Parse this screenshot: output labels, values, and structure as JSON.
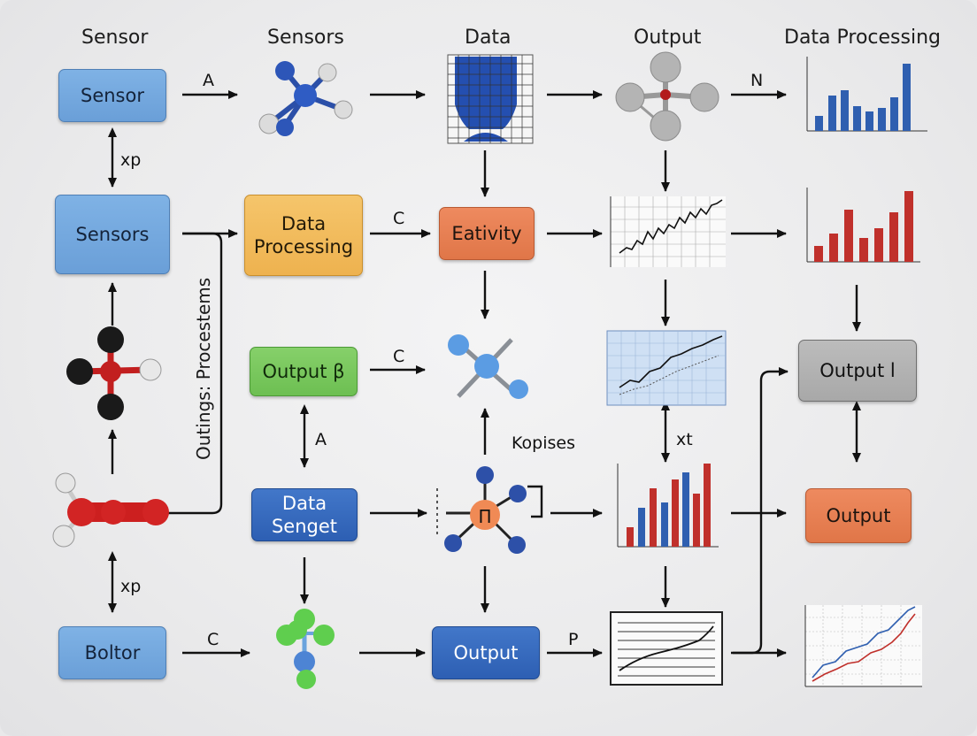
{
  "columns": {
    "col1": "Sensor",
    "col2": "Sensors",
    "col3": "Data",
    "col4": "Output",
    "col5": "Data Processing"
  },
  "nodes": {
    "sensor": "Sensor",
    "sensors": "Sensors",
    "data_processing": "Data Processing",
    "eativity": "Eativity",
    "output_b": "Output β",
    "data_senget": "Data Senget",
    "boltor": "Boltor",
    "output_blue": "Output",
    "output_l": "Output l",
    "output_orange": "Output"
  },
  "edge_labels": {
    "a_top": "A",
    "n_top": "N",
    "xp_upper": "xp",
    "c_row2": "C",
    "c_row3": "C",
    "a_mid": "A",
    "kopises": "Kopises",
    "xt": "xt",
    "xp_lower": "xp",
    "c_bottom": "C",
    "p_bottom": "P"
  },
  "side_label": "Outings: Procestems",
  "icons": {
    "mol_blue_top": "blue-molecule-icon",
    "heatmap": "blue-grid-chart-icon",
    "mol_gray": "gray-molecule-icon",
    "bar_blue": "blue-bar-chart-icon",
    "line_grid": "line-chart-icon",
    "bar_red": "red-bar-chart-icon",
    "mol_black_red": "black-red-molecule-icon",
    "mol_blue_cross": "blue-cross-molecule-icon",
    "line_blue_bg": "blue-line-chart-icon",
    "mol_red_chain": "red-chain-molecule-icon",
    "mol_orange_center": "orange-center-molecule-icon",
    "bar_mixed": "mixed-bar-chart-icon",
    "mol_green": "green-molecule-icon",
    "line_box": "boxed-line-chart-icon",
    "line_two": "two-line-chart-icon"
  },
  "colors": {
    "blue_light": "#6a9fd8",
    "blue_dark": "#2d5fb3",
    "orange": "#e07648",
    "yellow": "#eeb24f",
    "green": "#6dbf52",
    "gray": "#a8a8a8",
    "bar_blue": "#2f5fb0",
    "bar_red": "#c0302b"
  }
}
